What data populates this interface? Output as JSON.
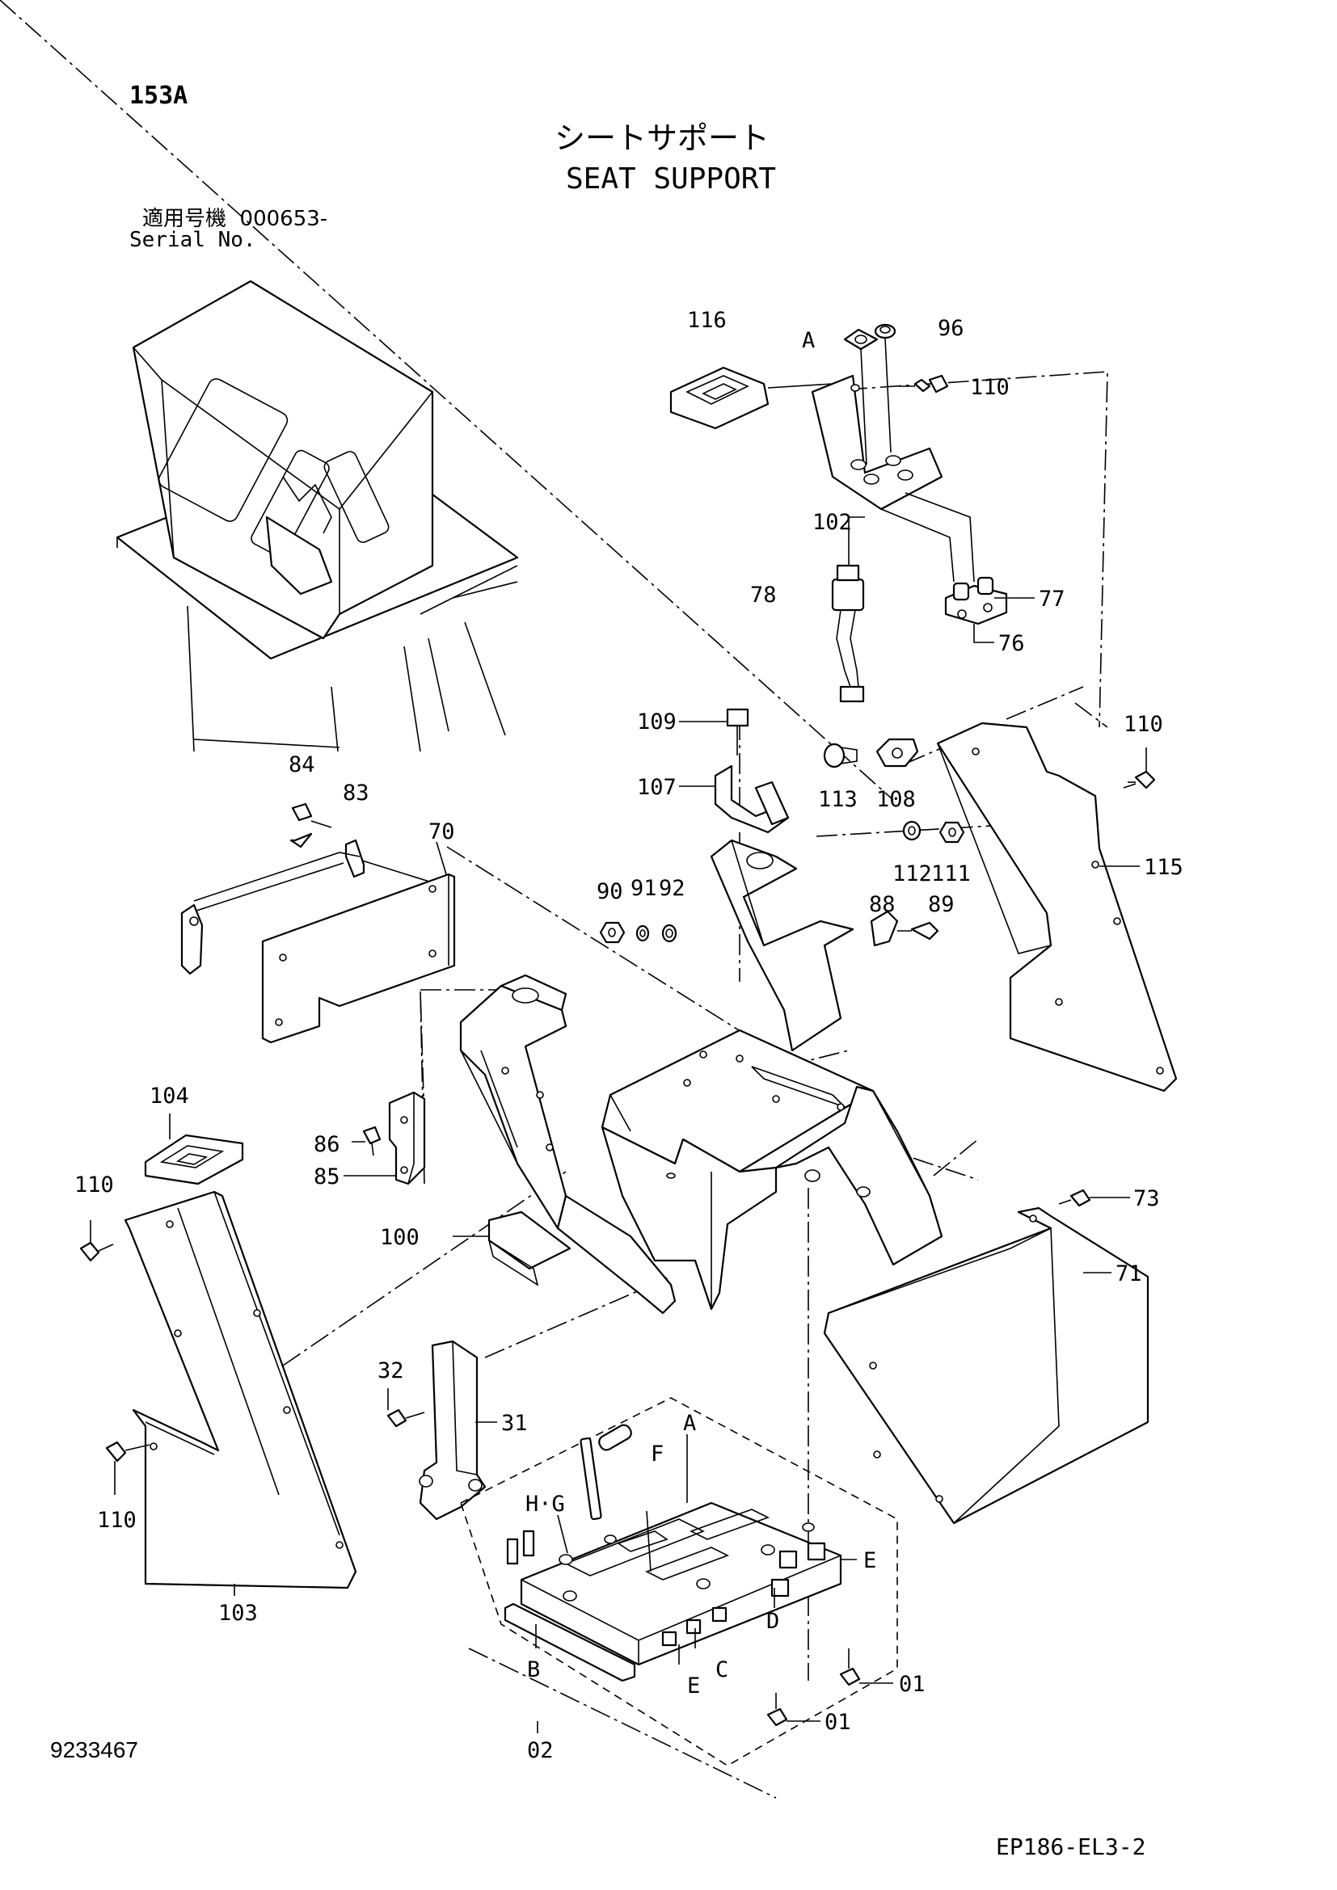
{
  "header": {
    "page_code": "153A",
    "title_jp": "シートサポート",
    "title_en": "SEAT SUPPORT",
    "serial_label_jp": "適用号機",
    "serial_value": "000653-",
    "serial_label_en": "Serial No."
  },
  "footer": {
    "drawing_number": "9233467",
    "sheet_code": "EP186-EL3-2"
  },
  "callouts": {
    "c116": "116",
    "cA_top": "A",
    "c96": "96",
    "c110_a": "110",
    "c102": "102",
    "c78": "78",
    "c77": "77",
    "c76": "76",
    "c109": "109",
    "c107": "107",
    "c113": "113",
    "c108": "108",
    "c110_b": "110",
    "c115": "115",
    "c112": "112",
    "c111": "111",
    "c84": "84",
    "c83": "83",
    "c70": "70",
    "c90": "90",
    "c91": "91",
    "c92": "92",
    "c88": "88",
    "c89": "89",
    "c104": "104",
    "c86": "86",
    "c85": "85",
    "c110_c": "110",
    "c100": "100",
    "c73": "73",
    "c71": "71",
    "c32": "32",
    "c31": "31",
    "c110_d": "110",
    "c103": "103",
    "cA_bottom": "A",
    "cF": "F",
    "cHG": "H·G",
    "cE_right": "E",
    "cD": "D",
    "cB": "B",
    "cE_bottom": "E",
    "cC": "C",
    "c02": "02",
    "c01_a": "01",
    "c01_b": "01"
  }
}
